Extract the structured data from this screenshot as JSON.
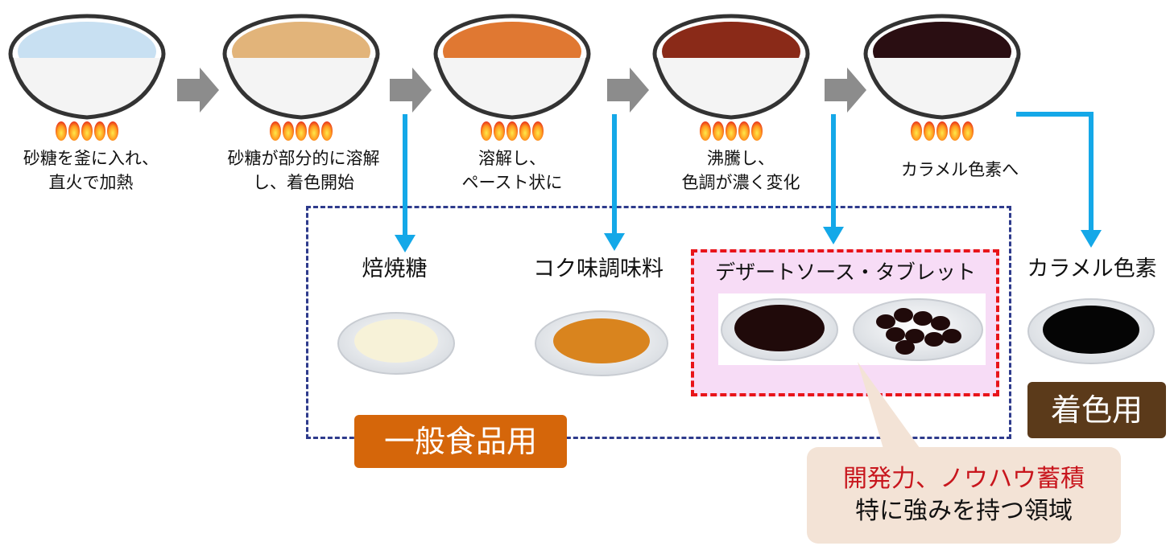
{
  "process": {
    "steps": [
      {
        "caption_line1": "砂糖を釜に入れ、",
        "caption_line2": "直火で加熱",
        "color": "#c8e0f2"
      },
      {
        "caption_line1": "砂糖が部分的に溶解",
        "caption_line2": "し、着色開始",
        "color": "#e2b47a"
      },
      {
        "caption_line1": "溶解し、",
        "caption_line2": "ペースト状に",
        "color": "#e07832"
      },
      {
        "caption_line1": "沸騰し、",
        "caption_line2": "色調が濃く変化",
        "color": "#8a2a18"
      },
      {
        "caption_line1": "カラメル色素へ",
        "caption_line2": "",
        "color": "#2a0e12"
      }
    ]
  },
  "products": [
    {
      "label": "焙焼糖",
      "color": "#f7f2d8"
    },
    {
      "label": "コク味調味料",
      "color": "#d9841e"
    },
    {
      "label": "デザートソース・タブレット",
      "color": "#200a0a"
    },
    {
      "label": "カラメル色素",
      "color": "#050505"
    }
  ],
  "tags": {
    "general": "一般食品用",
    "coloring": "着色用"
  },
  "callout": {
    "line1": "開発力、ノウハウ蓄積",
    "line2": "特に強みを持つ領域"
  },
  "colors": {
    "arrow_blue": "#14a8e8",
    "process_arrow": "#8c8c8c",
    "general_tag": "#d5660a",
    "coloring_tag": "#5b3a1a",
    "blue_dash": "#2e3b8c",
    "red_dash": "#e8141a",
    "callout_bg": "#f3e3d6",
    "highlight_bg": "#f7dcf6"
  }
}
